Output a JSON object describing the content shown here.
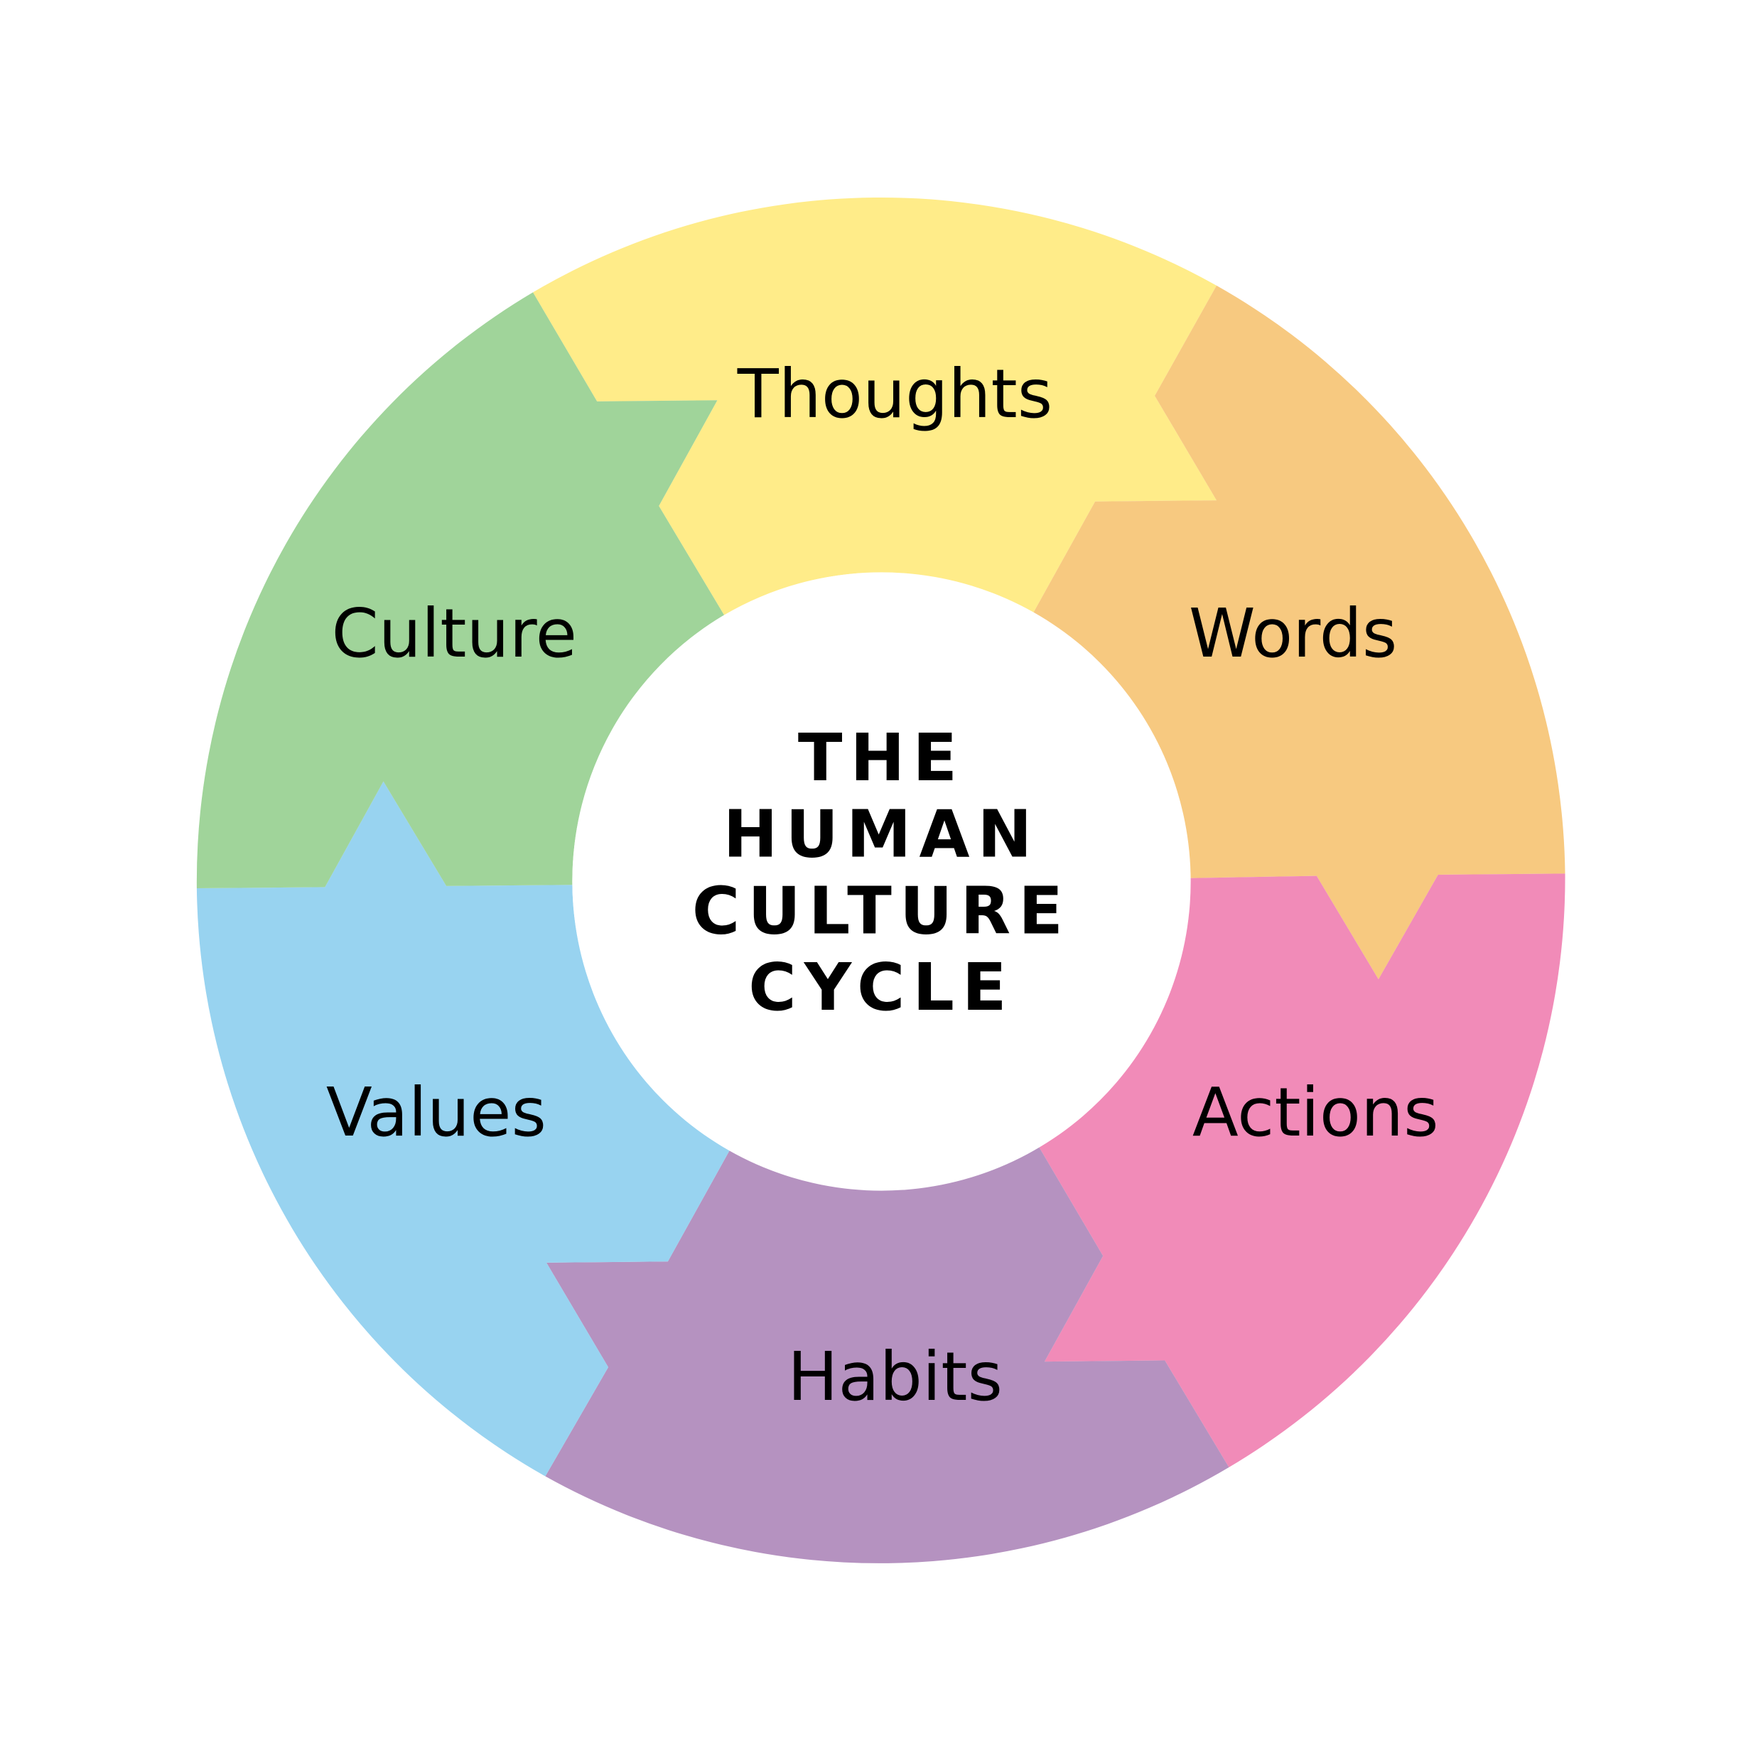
{
  "title": {
    "lines": [
      "THE",
      "HUMAN",
      "CULTURE",
      "CYCLE"
    ]
  },
  "segments": [
    {
      "label": "Thoughts",
      "color": "#FFEC89"
    },
    {
      "label": "Words",
      "color": "#F7C980"
    },
    {
      "label": "Actions",
      "color": "#F18BB8"
    },
    {
      "label": "Habits",
      "color": "#B592C0"
    },
    {
      "label": "Values",
      "color": "#98D3F0"
    },
    {
      "label": "Culture",
      "color": "#A0D49A"
    }
  ]
}
